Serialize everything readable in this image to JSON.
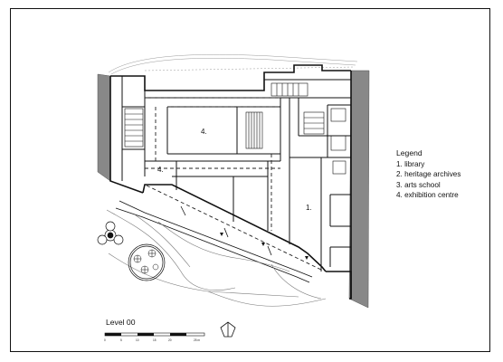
{
  "drawing": {
    "level_label": "Level 00",
    "room_labels": {
      "exhibition_upper": "4.",
      "exhibition_lower": "4.",
      "library": "1."
    },
    "scale_bar": {
      "ticks": [
        "0",
        "5",
        "10",
        "15",
        "20",
        "25 m"
      ]
    }
  },
  "legend": {
    "title": "Legend",
    "items": [
      "1. library",
      "2. heritage archives",
      "3. arts school",
      "4. exhibition centre"
    ]
  }
}
